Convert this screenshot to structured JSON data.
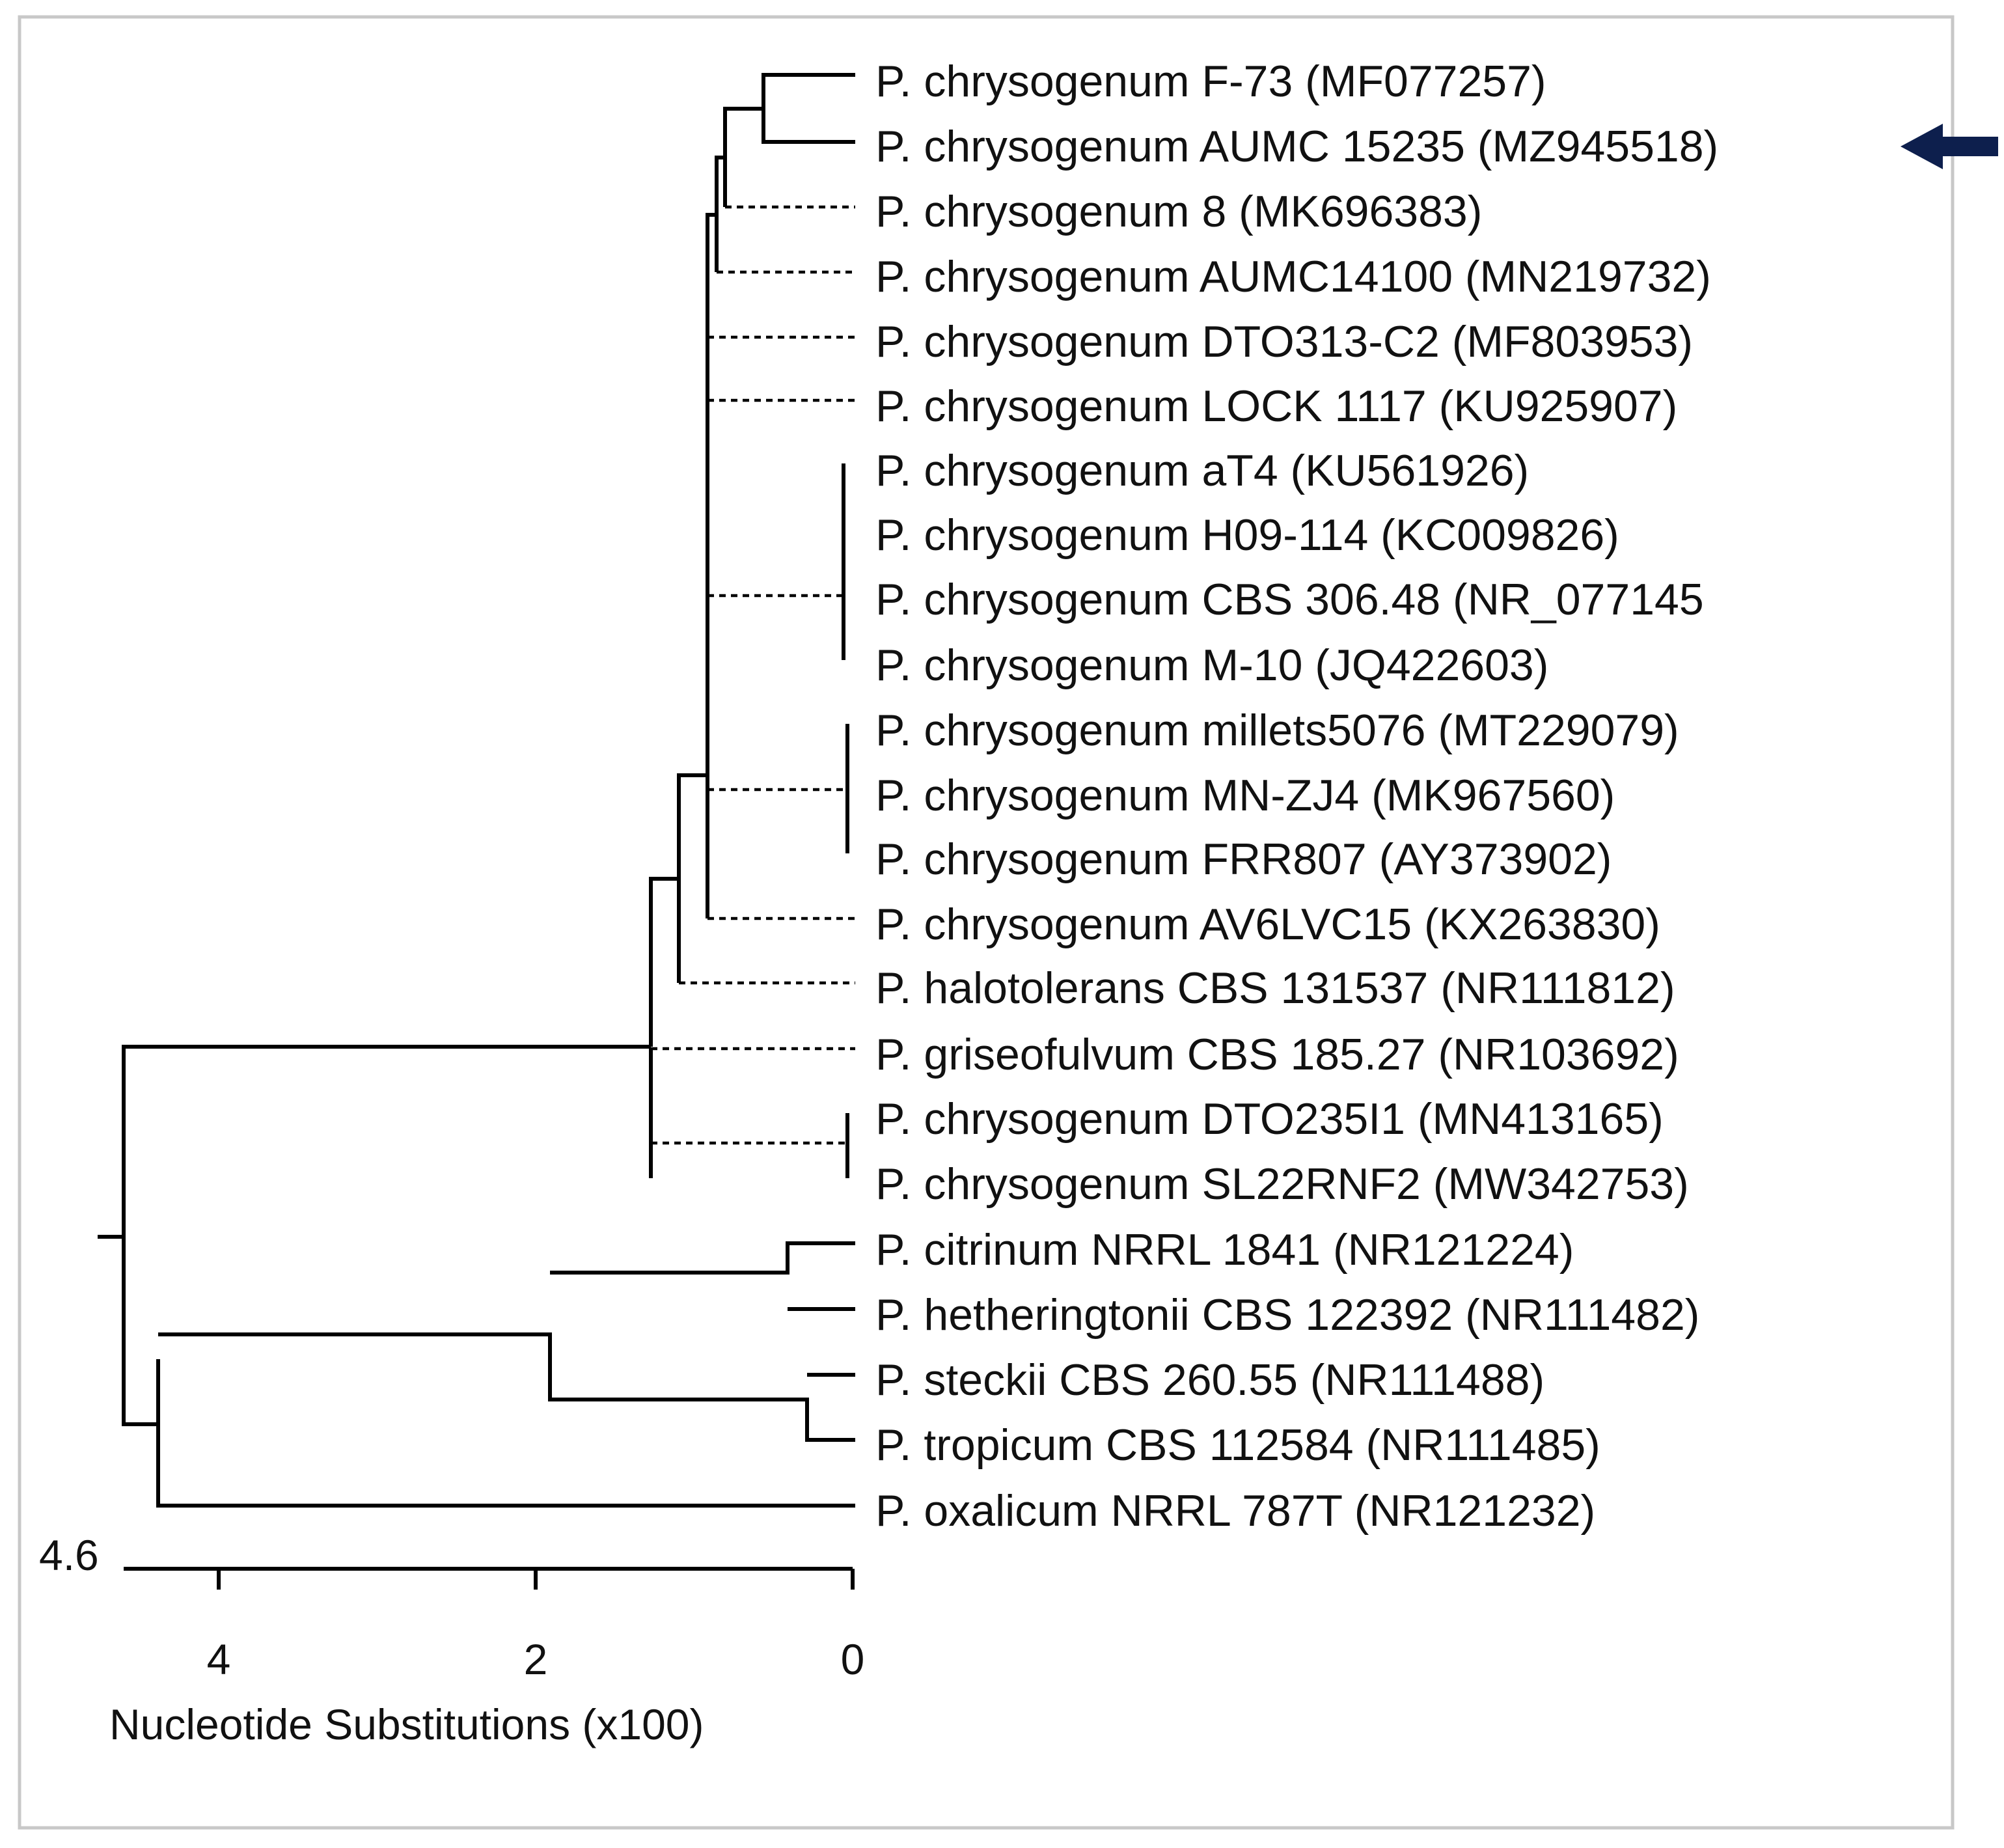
{
  "taxa": [
    "P. chrysogenum F-73 (MF077257)",
    "P. chrysogenum AUMC 15235 (MZ945518)",
    "P. chrysogenum 8 (MK696383)",
    "P. chrysogenum AUMC14100 (MN219732)",
    "P. chrysogenum DTO313-C2 (MF803953)",
    "P. chrysogenum LOCK 1117 (KU925907)",
    "P. chrysogenum aT4 (KU561926)",
    "P. chrysogenum H09-114 (KC009826)",
    "P. chrysogenum CBS 306.48 (NR_077145",
    "P. chrysogenum M-10 (JQ422603)",
    "P. chrysogenum millets5076 (MT229079)",
    "P. chrysogenum MN-ZJ4 (MK967560)",
    "P. chrysogenum FRR807 (AY373902)",
    "P. chrysogenum AV6LVC15 (KX263830)",
    "P. halotolerans CBS 131537 (NR111812)",
    "P. griseofulvum CBS 185.27 (NR103692)",
    "P. chrysogenum DTO235I1 (MN413165)",
    "P. chrysogenum SL22RNF2 (MW342753)",
    "P. citrinum NRRL 1841 (NR121224)",
    "P. hetheringtonii CBS 122392 (NR111482)",
    "P. steckii CBS 260.55 (NR111488)",
    "P. tropicum CBS 112584 (NR111485)",
    "P. oxalicum NRRL 787T (NR121232)"
  ],
  "highlighted_taxon": "P. chrysogenum AUMC 15235 (MZ945518)",
  "highlight_marker": "arrow-left-icon",
  "scale": {
    "start_label": "4.6",
    "ticks": [
      "4",
      "2",
      "0"
    ],
    "axis_label": "Nucleotide Substitutions (x100)"
  },
  "colors": {
    "highlight_arrow": "#0d1f4d",
    "frame": "#c8c8c8",
    "lines": "#000000"
  }
}
